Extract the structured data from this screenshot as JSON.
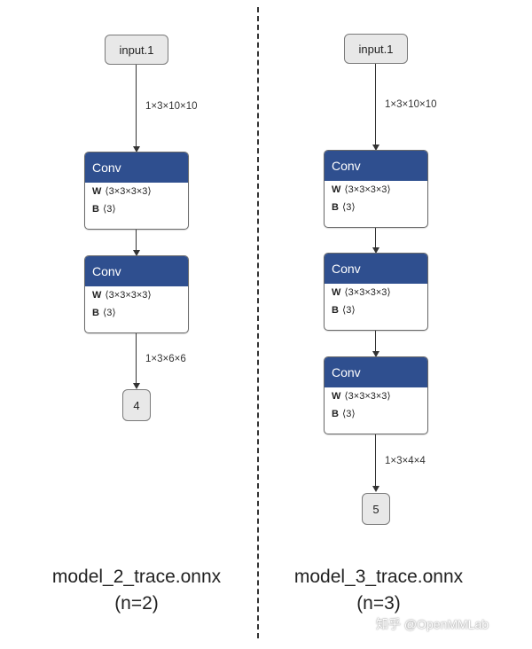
{
  "left_graph": {
    "input_label": "input.1",
    "input_edge_label": "1×3×10×10",
    "convs": [
      {
        "title": "Conv",
        "w_label": "W",
        "w_value": "⟨3×3×3×3⟩",
        "b_label": "B",
        "b_value": "⟨3⟩"
      },
      {
        "title": "Conv",
        "w_label": "W",
        "w_value": "⟨3×3×3×3⟩",
        "b_label": "B",
        "b_value": "⟨3⟩"
      }
    ],
    "output_edge_label": "1×3×6×6",
    "output_label": "4",
    "caption_line1": "model_2_trace.onnx",
    "caption_line2": "(n=2)"
  },
  "right_graph": {
    "input_label": "input.1",
    "input_edge_label": "1×3×10×10",
    "convs": [
      {
        "title": "Conv",
        "w_label": "W",
        "w_value": "⟨3×3×3×3⟩",
        "b_label": "B",
        "b_value": "⟨3⟩"
      },
      {
        "title": "Conv",
        "w_label": "W",
        "w_value": "⟨3×3×3×3⟩",
        "b_label": "B",
        "b_value": "⟨3⟩"
      },
      {
        "title": "Conv",
        "w_label": "W",
        "w_value": "⟨3×3×3×3⟩",
        "b_label": "B",
        "b_value": "⟨3⟩"
      }
    ],
    "output_edge_label": "1×3×4×4",
    "output_label": "5",
    "caption_line1": "model_3_trace.onnx",
    "caption_line2": "(n=3)"
  },
  "watermark": "知乎 @OpenMMLab",
  "colors": {
    "conv_header": "#2f4f8f",
    "io_node_fill": "#e8e8e8",
    "edge": "#333333"
  }
}
